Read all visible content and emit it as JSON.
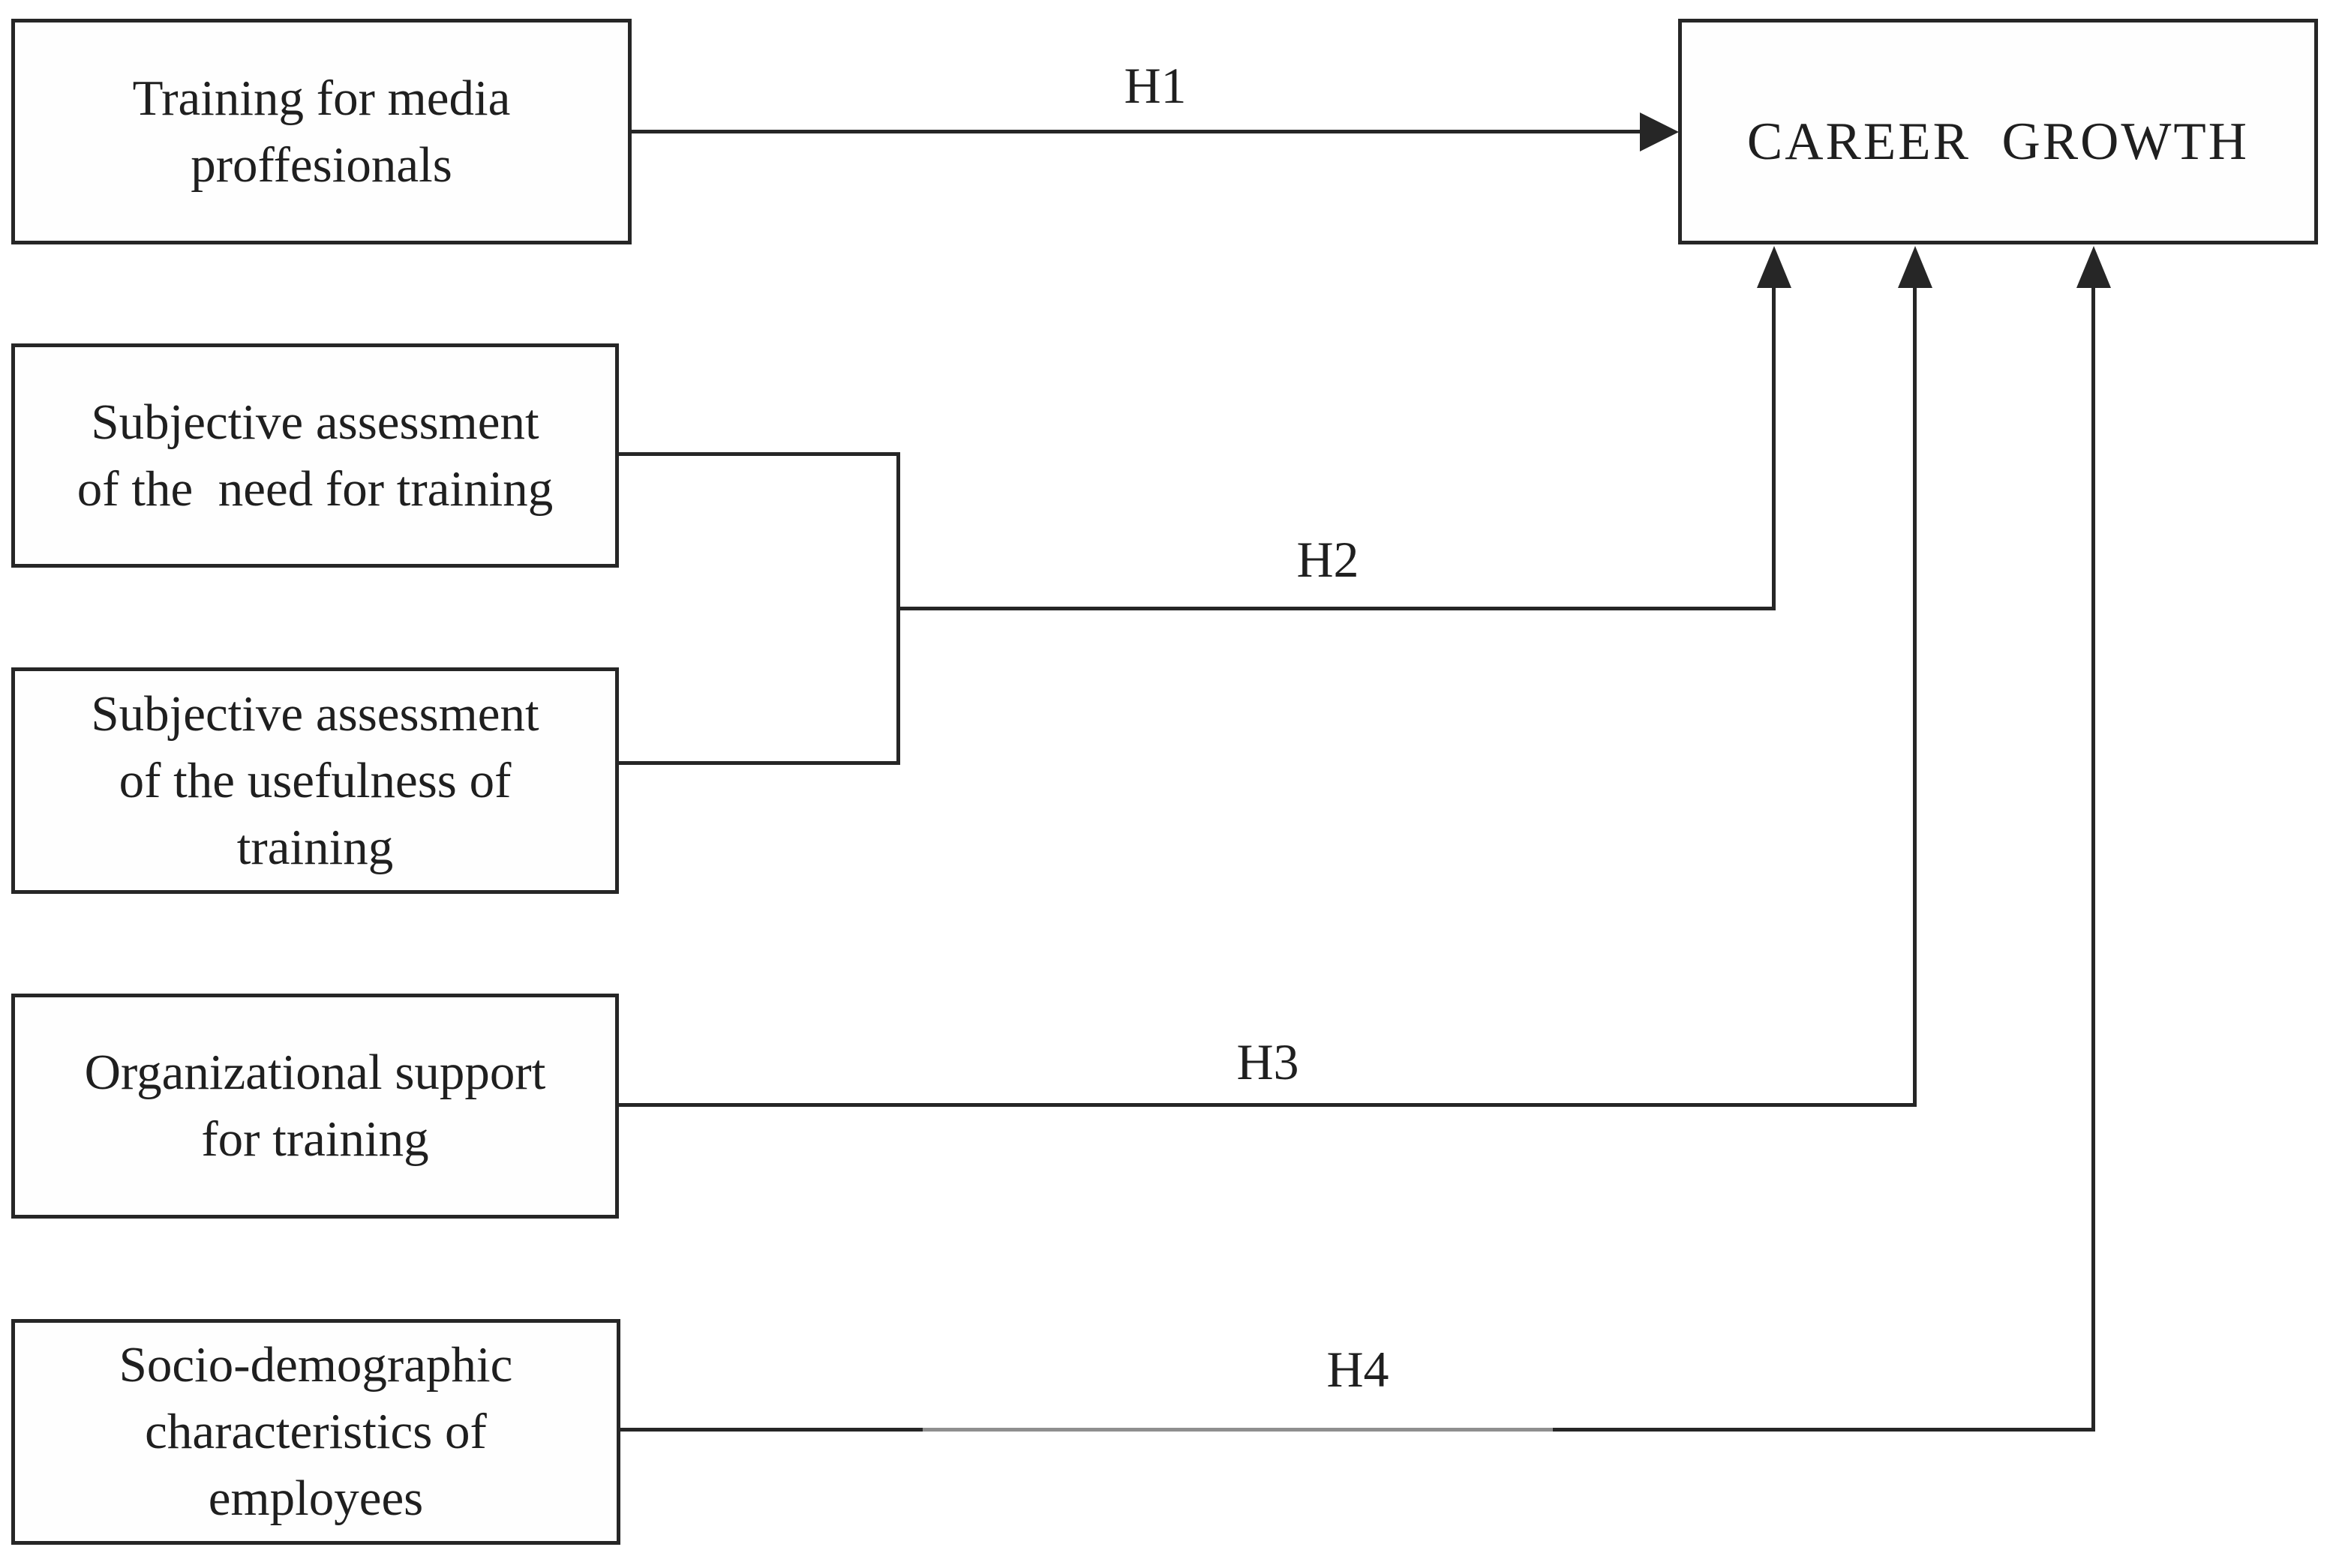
{
  "figure": {
    "type": "research-model-diagram",
    "background_color": "#ffffff",
    "ink_color": "#262626",
    "h4_faded_segment_color": "#8f8f8f"
  },
  "boxes": {
    "training": {
      "label": "Training for media\nproffesionals"
    },
    "need": {
      "label": "Subjective assessment\nof the  need for training"
    },
    "usefulness": {
      "label": "Subjective assessment\nof the usefulness of\ntraining"
    },
    "org_support": {
      "label": "Organizational support\nfor training"
    },
    "socio_demo": {
      "label": "Socio-demographic\ncharacteristics of\nemployees"
    },
    "career_growth": {
      "label": "CAREER  GROWTH"
    }
  },
  "hypotheses": {
    "h1": {
      "label": "H1"
    },
    "h2": {
      "label": "H2"
    },
    "h3": {
      "label": "H3"
    },
    "h4": {
      "label": "H4"
    }
  }
}
